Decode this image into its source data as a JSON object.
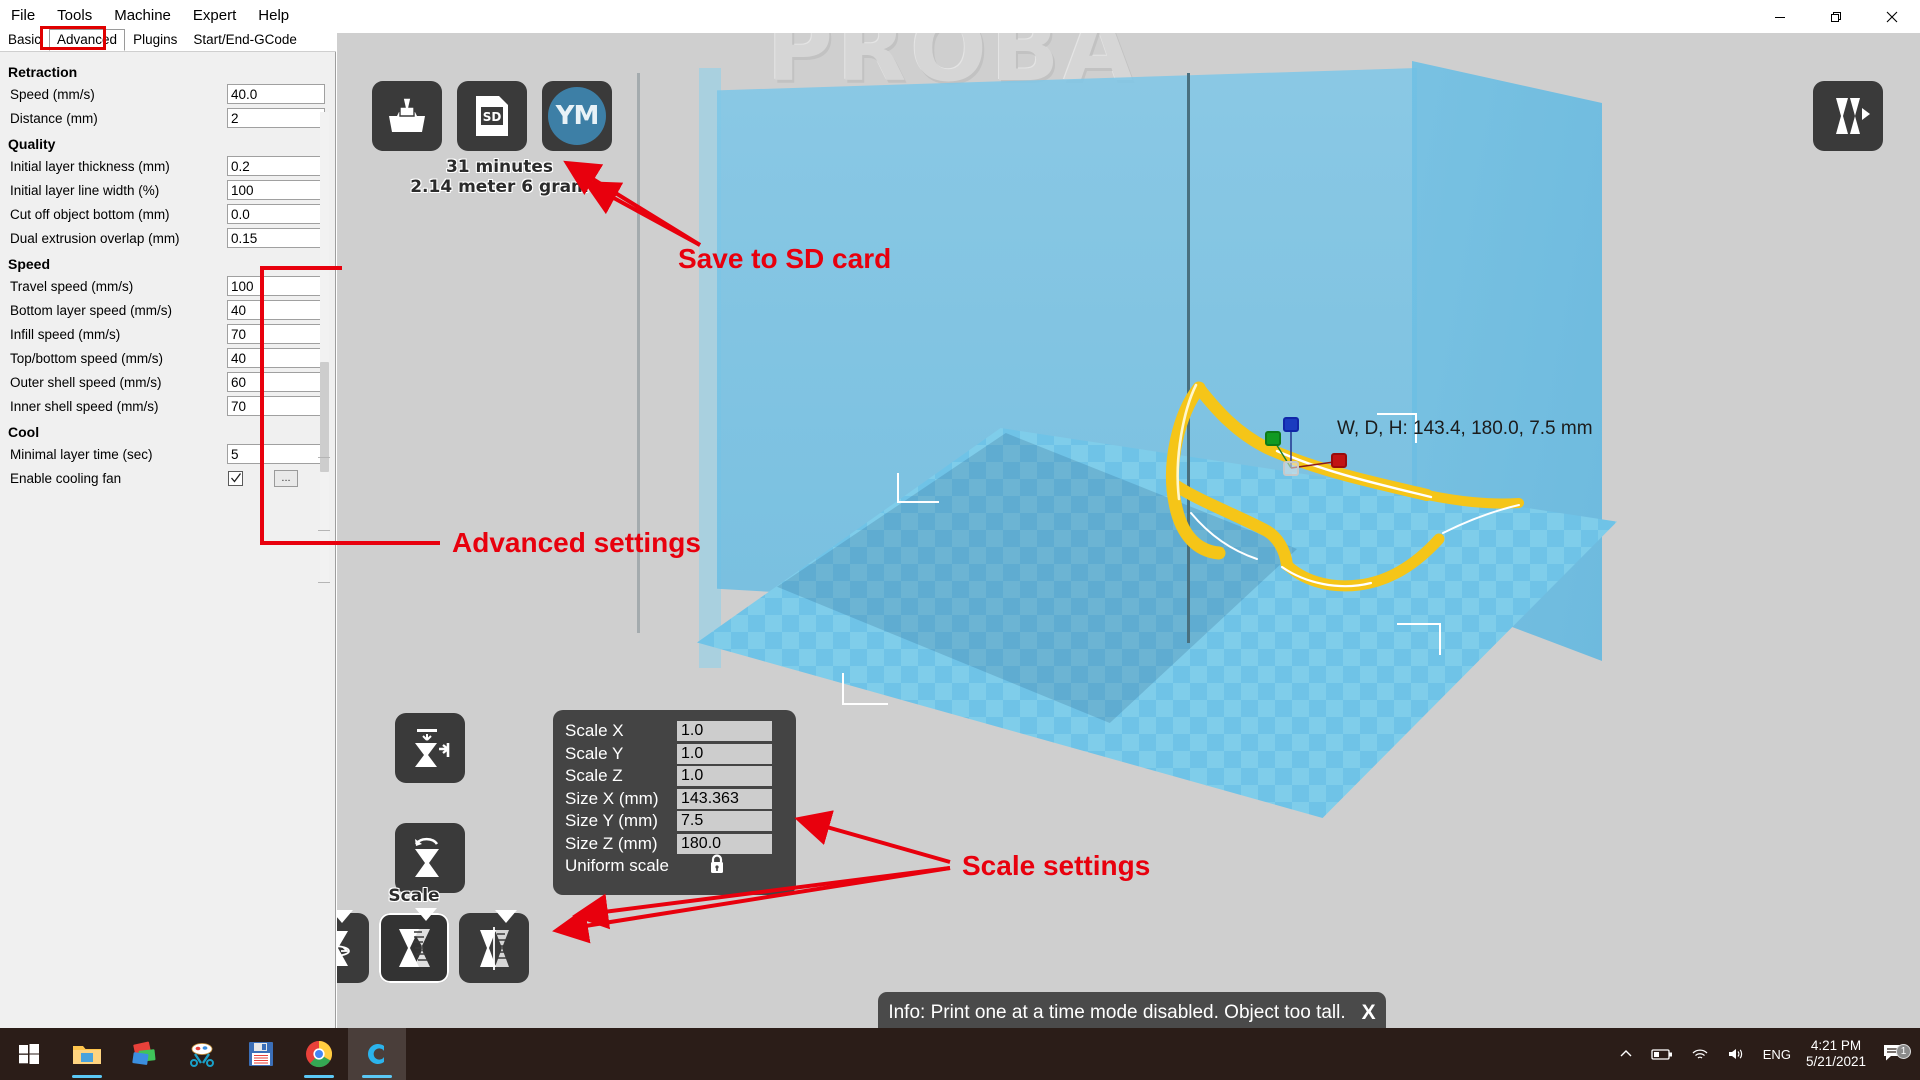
{
  "window": {
    "menus": [
      "File",
      "Tools",
      "Machine",
      "Expert",
      "Help"
    ],
    "controls": {
      "minimize": "minimize-button",
      "maximize": "maximize-button",
      "close": "close-button"
    }
  },
  "tabs": [
    {
      "label": "Basic",
      "active": false
    },
    {
      "label": "Advanced",
      "active": true
    },
    {
      "label": "Plugins",
      "active": false
    },
    {
      "label": "Start/End-GCode",
      "active": false
    }
  ],
  "settings": {
    "groups": [
      {
        "title": "Retraction",
        "rows": [
          {
            "label": "Speed (mm/s)",
            "value": "40.0",
            "type": "text"
          },
          {
            "label": "Distance (mm)",
            "value": "2",
            "type": "text"
          }
        ]
      },
      {
        "title": "Quality",
        "rows": [
          {
            "label": "Initial layer thickness (mm)",
            "value": "0.2",
            "type": "text"
          },
          {
            "label": "Initial layer line width (%)",
            "value": "100",
            "type": "text"
          },
          {
            "label": "Cut off object bottom (mm)",
            "value": "0.0",
            "type": "text"
          },
          {
            "label": "Dual extrusion overlap (mm)",
            "value": "0.15",
            "type": "text"
          }
        ]
      },
      {
        "title": "Speed",
        "rows": [
          {
            "label": "Travel speed (mm/s)",
            "value": "100",
            "type": "text"
          },
          {
            "label": "Bottom layer speed (mm/s)",
            "value": "40",
            "type": "text"
          },
          {
            "label": "Infill speed (mm/s)",
            "value": "70",
            "type": "text"
          },
          {
            "label": "Top/bottom speed (mm/s)",
            "value": "40",
            "type": "text"
          },
          {
            "label": "Outer shell speed (mm/s)",
            "value": "60",
            "type": "text"
          },
          {
            "label": "Inner shell speed (mm/s)",
            "value": "70",
            "type": "text"
          }
        ]
      },
      {
        "title": "Cool",
        "rows": [
          {
            "label": "Minimal layer time (sec)",
            "value": "5",
            "type": "text"
          },
          {
            "label": "Enable cooling fan",
            "value": "checked",
            "type": "checkbox"
          }
        ]
      }
    ],
    "more_button_label": "..."
  },
  "viewport": {
    "background_logo": "PROBA",
    "toolbar": [
      {
        "name": "load-model-button",
        "icon": "load-model-icon"
      },
      {
        "name": "save-to-sd-button",
        "icon": "sd-card-icon"
      },
      {
        "name": "youmagine-button",
        "icon": "ym-icon",
        "label": "YM"
      }
    ],
    "print_estimate_line1": "31 minutes",
    "print_estimate_line2": "2.14 meter 6 gram",
    "dimension_label": "W, D, H: 143.4, 180.0, 7.5 mm",
    "view_mode_button": "view-mode-icon",
    "object_tools": [
      {
        "name": "rotate-tool-button",
        "icon": "rotate-icon",
        "label": ""
      },
      {
        "name": "scale-tool-button",
        "icon": "scale-icon",
        "label": "Scale",
        "selected": true
      },
      {
        "name": "mirror-tool-button",
        "icon": "mirror-icon",
        "label": ""
      }
    ],
    "side_tools": [
      {
        "name": "lay-flat-button",
        "icon": "lay-flat-icon"
      },
      {
        "name": "reset-button",
        "icon": "reset-icon"
      }
    ]
  },
  "scale_popup": {
    "rows": [
      {
        "label": "Scale X",
        "value": "1.0"
      },
      {
        "label": "Scale Y",
        "value": "1.0"
      },
      {
        "label": "Scale Z",
        "value": "1.0"
      },
      {
        "label": "Size X (mm)",
        "value": "143.363"
      },
      {
        "label": "Size Y (mm)",
        "value": "7.5"
      },
      {
        "label": "Size Z (mm)",
        "value": "180.0"
      }
    ],
    "uniform_label": "Uniform scale",
    "lock_icon": "lock-icon"
  },
  "annotations": {
    "save_to_sd": "Save to SD card",
    "advanced_settings": "Advanced settings",
    "scale_settings": "Scale settings",
    "color": "#e8000d"
  },
  "info_bar": {
    "message": "Info: Print one at a time mode disabled. Object too tall.",
    "close_label": "X"
  },
  "taskbar": {
    "items": [
      {
        "name": "start-button",
        "icon": "windows-logo-icon"
      },
      {
        "name": "file-explorer-button",
        "icon": "folder-icon"
      },
      {
        "name": "photos-button",
        "icon": "photos-icon"
      },
      {
        "name": "paint-button",
        "icon": "paint-icon"
      },
      {
        "name": "save-app-button",
        "icon": "floppy-icon"
      },
      {
        "name": "chrome-button",
        "icon": "chrome-icon"
      },
      {
        "name": "cura-button",
        "icon": "cura-icon"
      }
    ],
    "tray": {
      "language": "ENG",
      "time": "4:21 PM",
      "date": "5/21/2021",
      "notification_count": "1"
    }
  },
  "colors": {
    "accent_red": "#e8000d",
    "build_plate_blue": "#7fcdea",
    "model_yellow": "#f5c518",
    "panel_dark": "#3a3a3a",
    "taskbar": "#2b1d18"
  }
}
